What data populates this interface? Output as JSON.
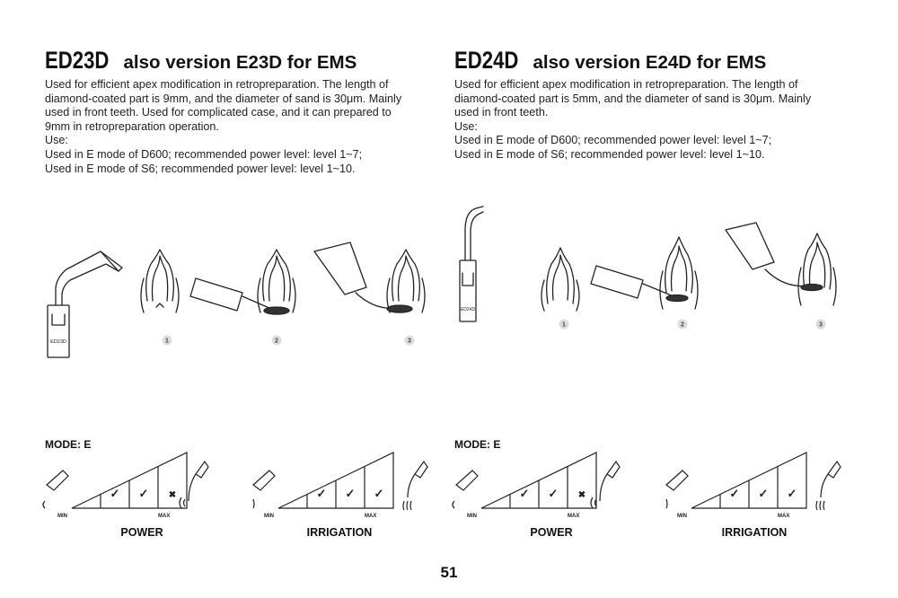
{
  "left": {
    "code": "ED23D",
    "subtitle": "also version E23D for EMS",
    "desc": [
      "Used for efficient apex modification in retropreparation. The length of",
      "diamond-coated part is 9mm, and the diameter of sand is 30μm. Mainly",
      "used in front teeth. Used for complicated case, and it can prepared to",
      "9mm in retropreparation operation.",
      "Use:",
      "Used in E mode of D600; recommended power level: level 1~7;",
      "Used in E mode of S6; recommended power level: level 1~10."
    ],
    "tip_label": "ED23D",
    "steps": [
      "1",
      "2",
      "3"
    ],
    "mode": "MODE: E",
    "power_label": "POWER",
    "irrigation_label": "IRRIGATION"
  },
  "right": {
    "code": "ED24D",
    "subtitle": "also version E24D for EMS",
    "desc": [
      "Used for efficient apex modification in retropreparation. The length of",
      "diamond-coated part is 5mm, and the diameter of sand is 30μm. Mainly",
      "used in front teeth.",
      "Use:",
      "Used in E mode of D600; recommended power level: level 1~7;",
      "Used in E mode of S6; recommended power level: level 1~10."
    ],
    "tip_label": "ED24D",
    "steps": [
      "1",
      "2",
      "3"
    ],
    "mode": "MODE: E",
    "power_label": "POWER",
    "irrigation_label": "IRRIGATION"
  },
  "gauge": {
    "min": "MIN",
    "max": "MAX",
    "check": "✓",
    "cross": "✖",
    "power_marks": [
      "check",
      "check",
      "cross"
    ],
    "irrigation_marks": [
      "check",
      "check",
      "check"
    ]
  },
  "page_number": "51"
}
